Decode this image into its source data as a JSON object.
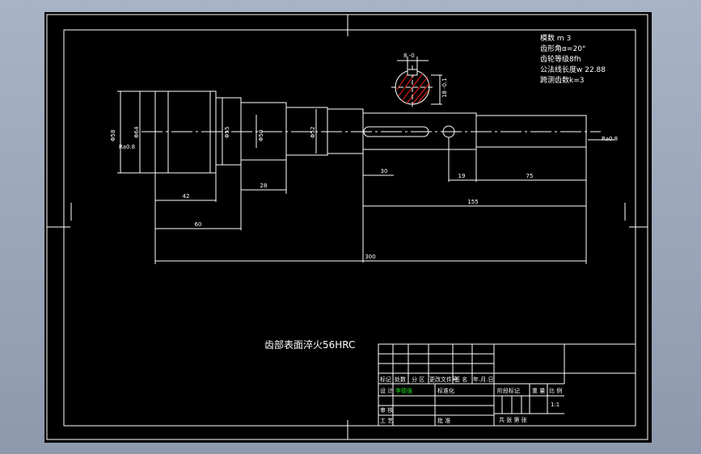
{
  "drawing": {
    "colors": {
      "background": "#000000",
      "outline": "#ffffff",
      "dimension": "#ffffff",
      "hatch": "#ff2020",
      "highlight": "#22dd22"
    },
    "gear_params": {
      "module": "模数 m  3",
      "pressure_angle": "齿形角α=20°",
      "accuracy": "齿轮等级8fh",
      "span_length": "公法线长度w 22.88",
      "span_teeth": "跨测齿数k=3"
    },
    "keyway_section": {
      "width_label": "8 -0",
      "depth_label": "18 -0.1"
    },
    "dimensions": {
      "d_left_small": "Φ58",
      "d_flange": "Φ64",
      "d_step1": "Φ55",
      "d_step2": "Φ50",
      "d_step3": "Φ52",
      "len_42": "42",
      "len_28": "28",
      "len_60": "60",
      "len_30": "30",
      "len_19": "19",
      "len_75": "75",
      "len_155": "155",
      "len_300": "300",
      "roughness_left": "Ra0.8",
      "roughness_right": "Ra0.8"
    },
    "note": "齿部表面淬火56HRC"
  },
  "title_block": {
    "col_headers": [
      "标记",
      "处数",
      "分 区",
      "更改文件号",
      "签 名",
      "年.月.日"
    ],
    "design_label": "设 计",
    "designer": "李德强",
    "standardize_label": "标准化",
    "review_label": "审 核",
    "process_label": "工 艺",
    "approve_label": "批 准",
    "stage_header": "阶段标记",
    "weight_header": "重 量",
    "scale_header": "比 例",
    "scale_value": "1:1",
    "sheets_text": "共   张   第   张"
  }
}
